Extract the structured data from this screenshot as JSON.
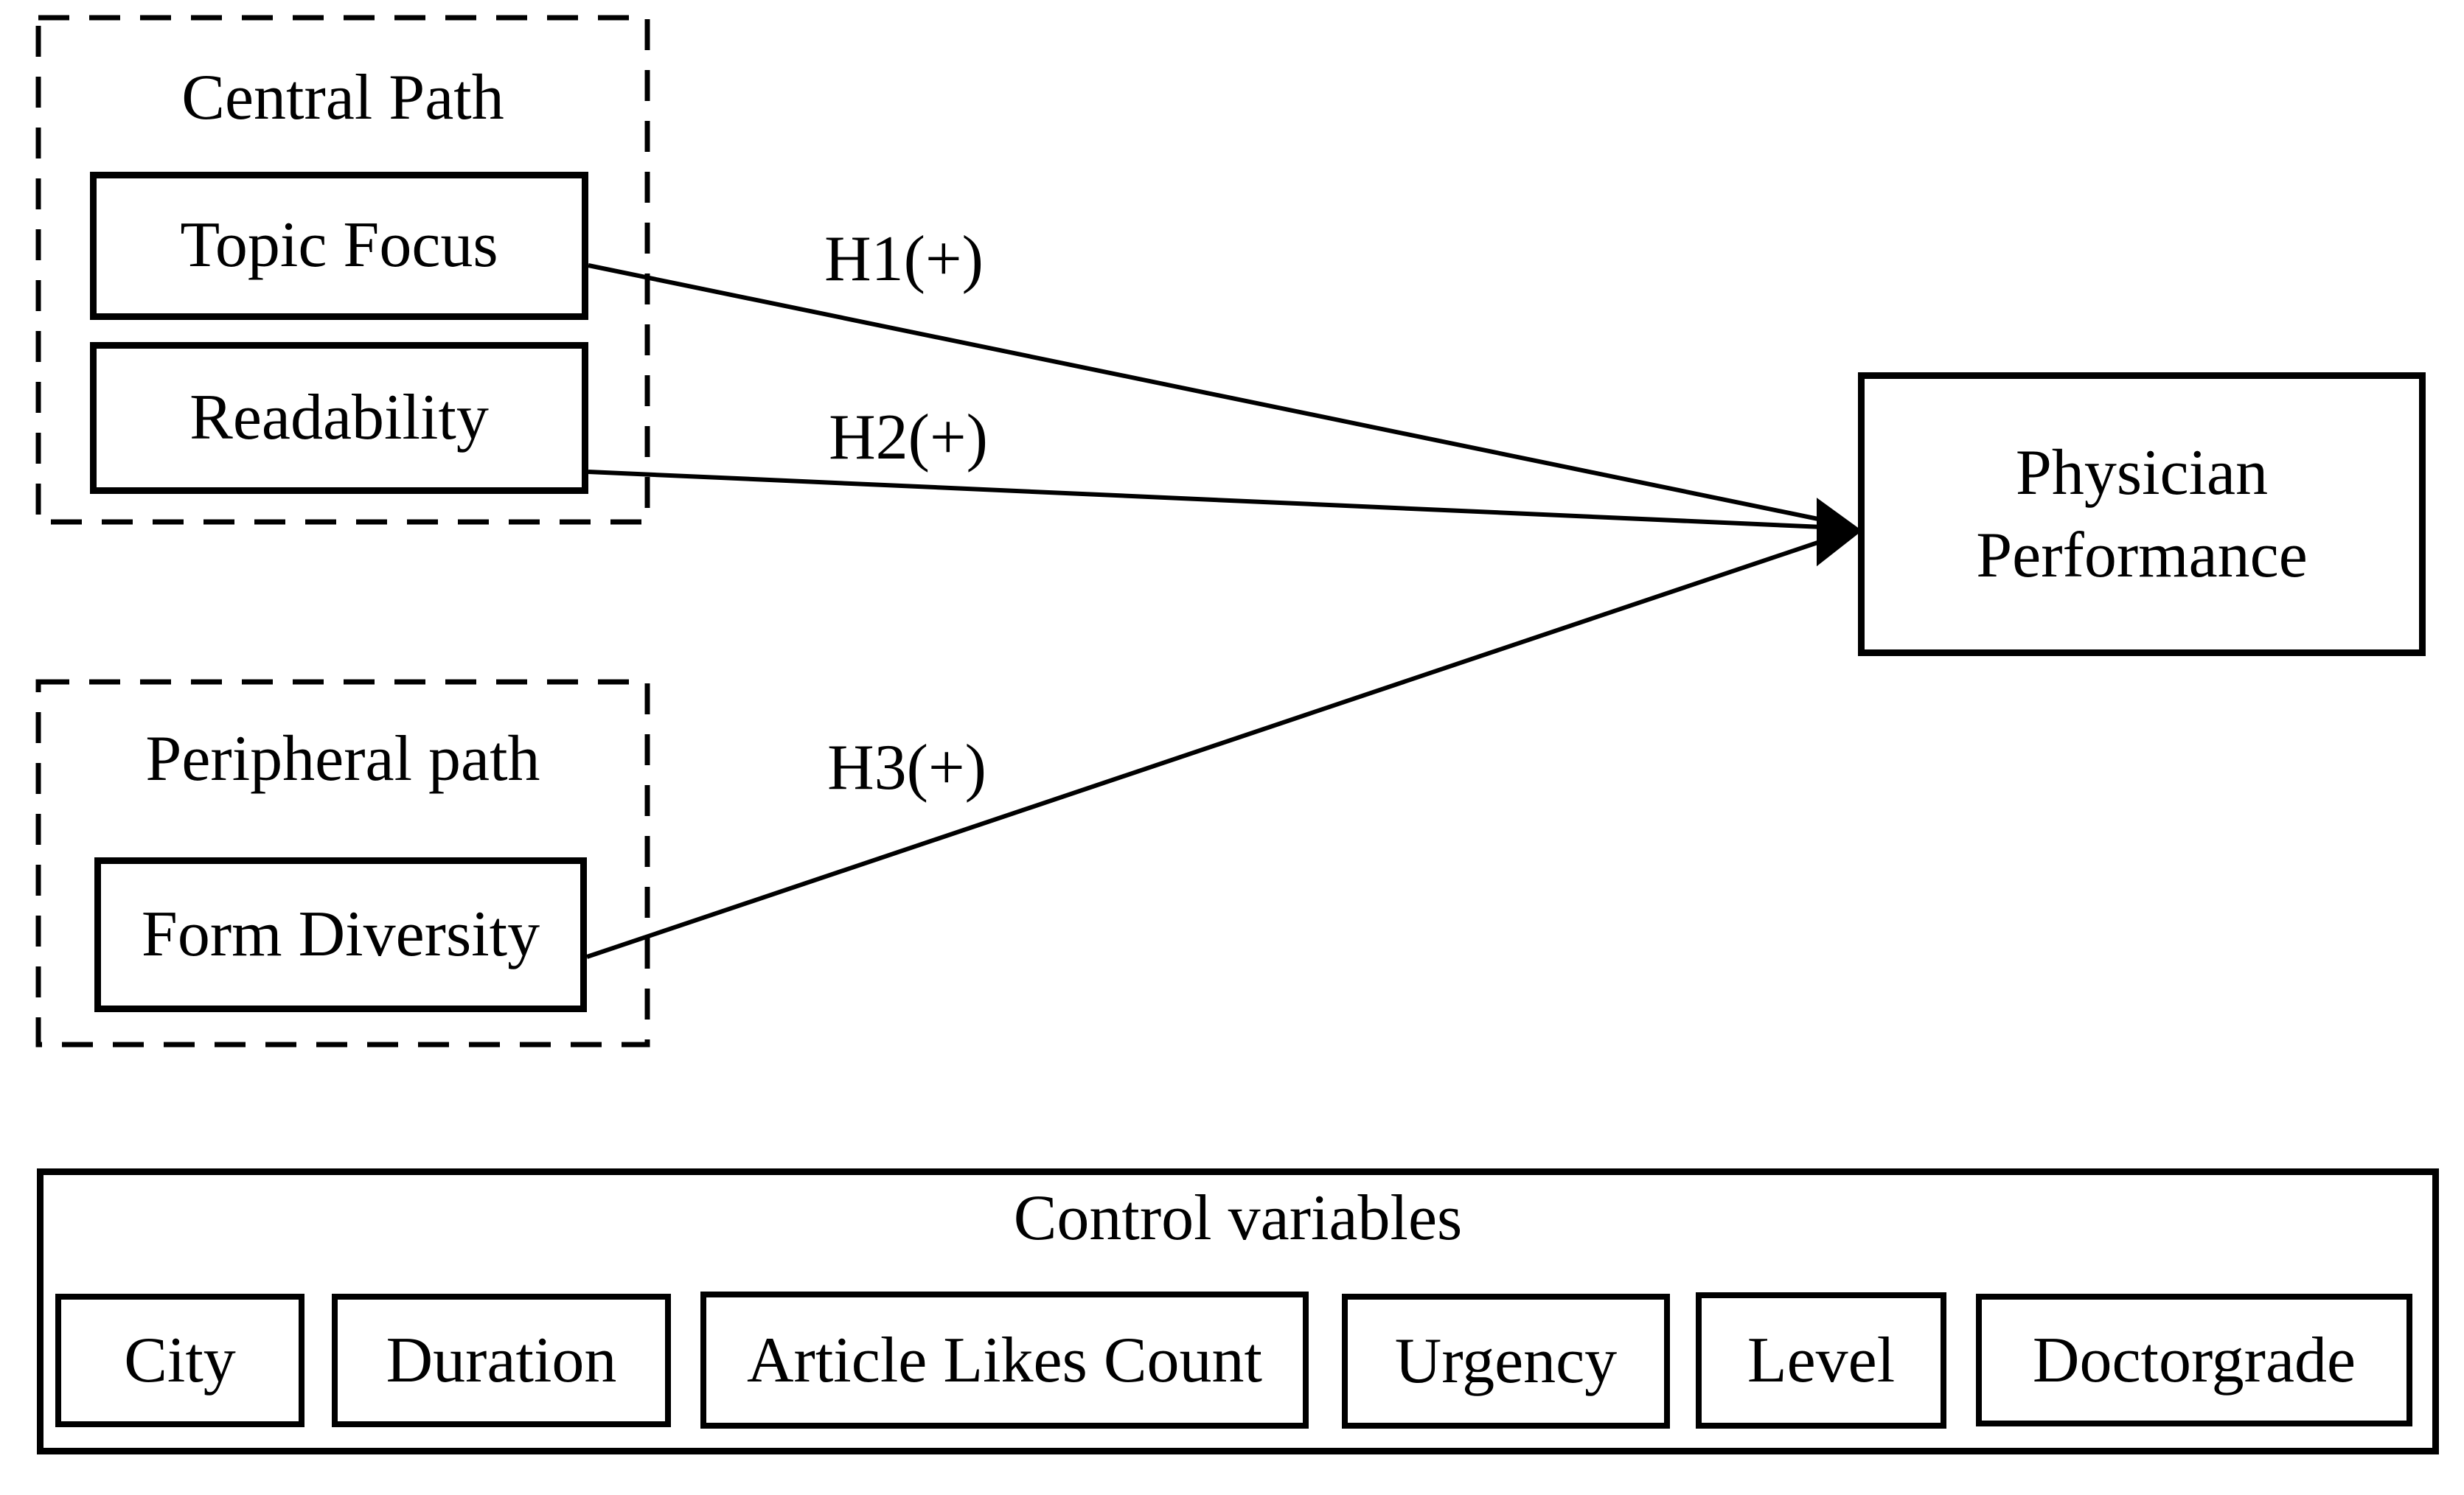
{
  "diagram": {
    "central_group": {
      "title": "Central Path",
      "boxes": [
        {
          "label": "Topic Focus"
        },
        {
          "label": "Readability"
        }
      ]
    },
    "peripheral_group": {
      "title": "Peripheral path",
      "boxes": [
        {
          "label": "Form Diversity"
        }
      ]
    },
    "outcome_box": {
      "line1": "Physician",
      "line2": "Performance"
    },
    "hypotheses": [
      {
        "label": "H1(+)"
      },
      {
        "label": "H2(+)"
      },
      {
        "label": "H3(+)"
      }
    ],
    "control_group": {
      "title": "Control variables",
      "boxes": [
        {
          "label": "City"
        },
        {
          "label": "Duration"
        },
        {
          "label": "Article Likes Count"
        },
        {
          "label": "Urgency"
        },
        {
          "label": "Level"
        },
        {
          "label": "Doctorgrade"
        }
      ]
    },
    "colors": {
      "stroke": "#000000",
      "background": "#ffffff",
      "text": "#000000"
    }
  }
}
